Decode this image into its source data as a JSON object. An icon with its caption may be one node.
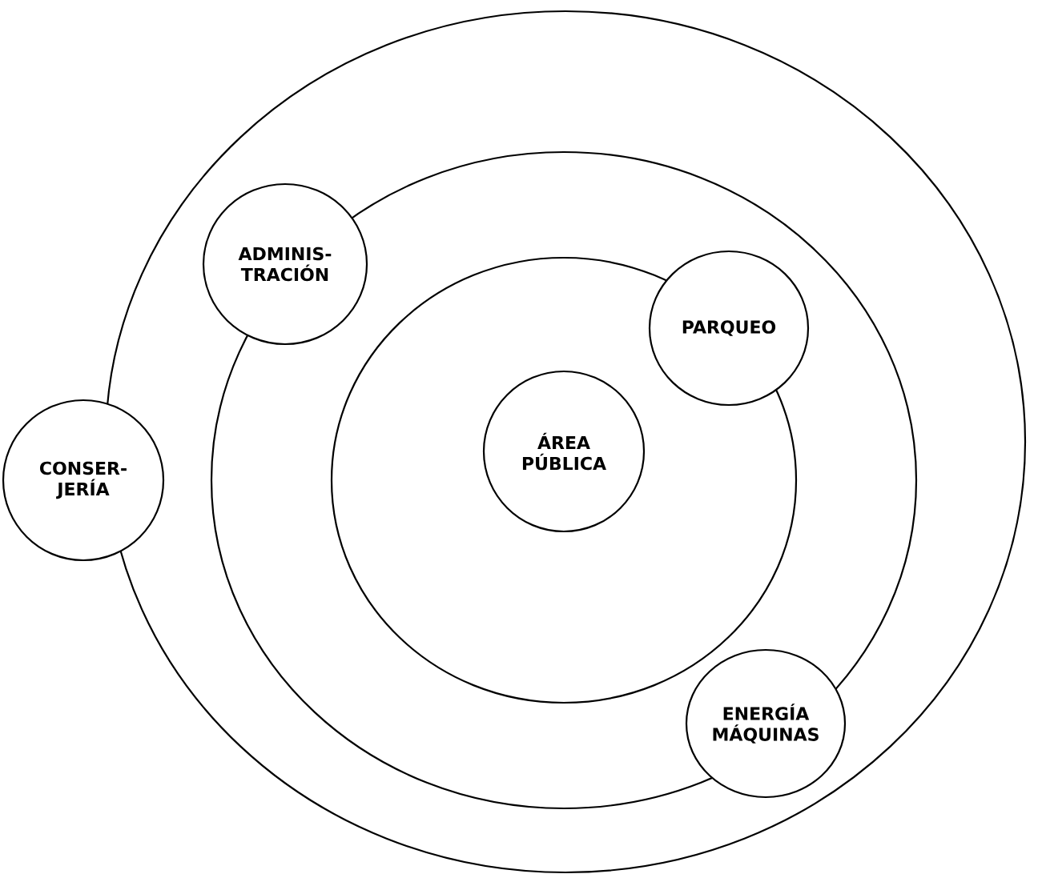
{
  "diagram": {
    "nodes": [
      {
        "text": [],
        "shape": "circle"
      },
      {
        "text": [],
        "shape": "circle",
        "in": 0
      },
      {
        "text": [],
        "shape": "circle",
        "in": 1
      },
      {
        "text": [
          "ADMINIS- TRACIÓN"
        ],
        "in": 0
      },
      {
        "text": [
          "PARQUEO"
        ],
        "in": 1
      },
      {
        "text": [
          "CONSER- JERÍA"
        ]
      },
      {
        "text": [
          "ÁREA PÚBLICA"
        ],
        "in": 2
      },
      {
        "text": [
          "ENERGÍA MÁQUINAS"
        ],
        "in": 1
      }
    ]
  }
}
